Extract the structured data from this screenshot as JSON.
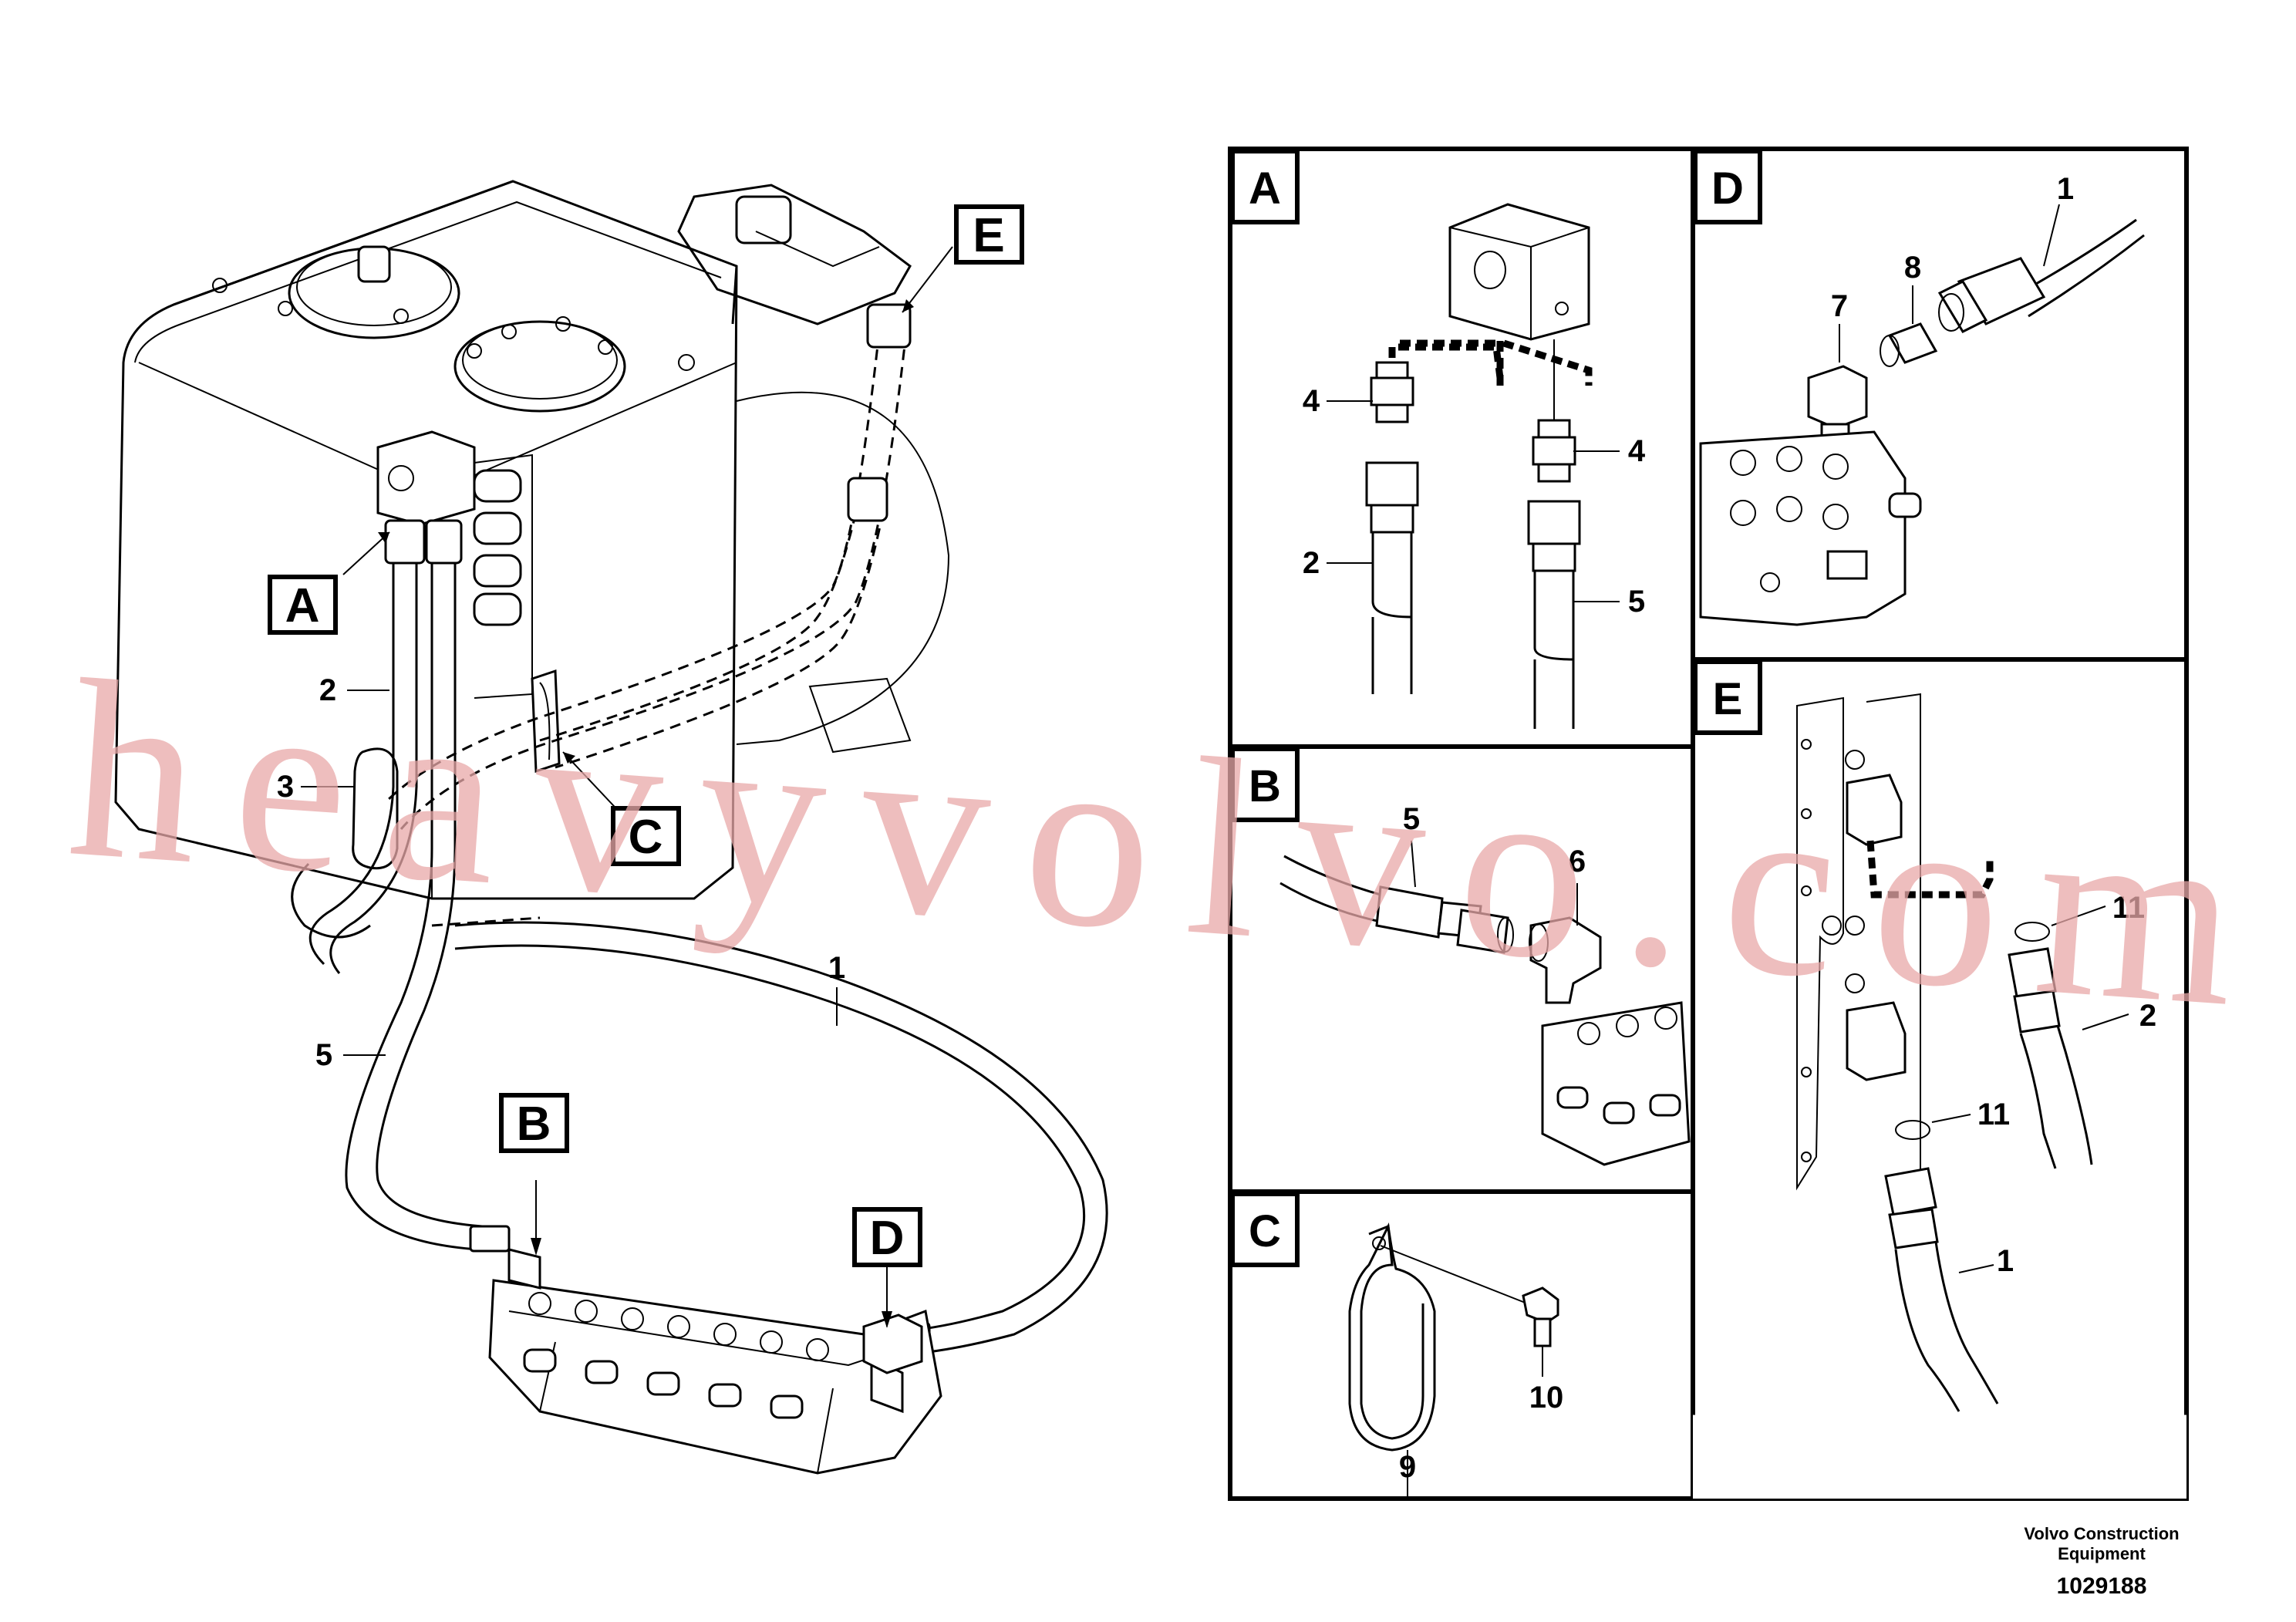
{
  "main_callouts": {
    "A": "A",
    "B": "B",
    "C": "C",
    "D": "D",
    "E": "E"
  },
  "main_parts": {
    "p1": "1",
    "p2": "2",
    "p3": "3",
    "p5": "5"
  },
  "panels": {
    "A": {
      "letter": "A",
      "labels": [
        "4",
        "4",
        "2",
        "5"
      ]
    },
    "B": {
      "letter": "B",
      "labels": [
        "5",
        "6"
      ]
    },
    "C": {
      "letter": "C",
      "labels": [
        "10",
        "9"
      ]
    },
    "D": {
      "letter": "D",
      "labels": [
        "1",
        "8",
        "7"
      ]
    },
    "E": {
      "letter": "E",
      "labels": [
        "11",
        "2",
        "11",
        "1"
      ]
    }
  },
  "footer": {
    "company_line1": "Volvo Construction",
    "company_line2": "Equipment",
    "drawing_number": "1029188"
  },
  "watermark": "heavyvolvo.com"
}
